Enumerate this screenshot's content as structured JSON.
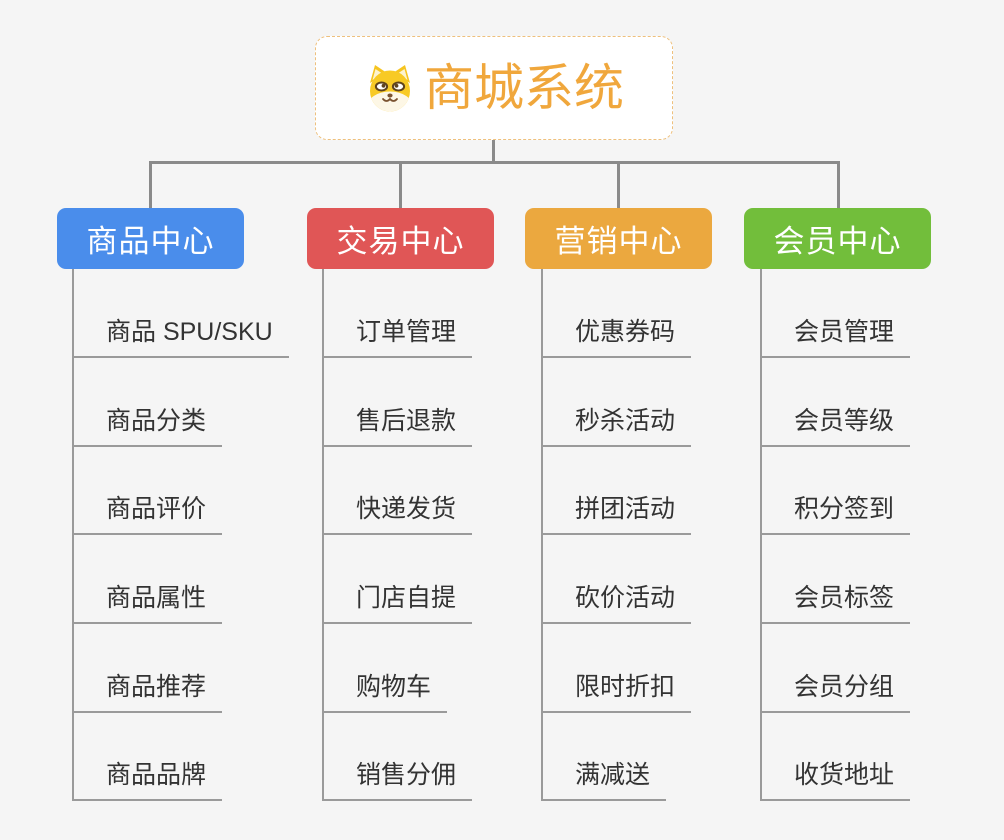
{
  "theme": {
    "background": "#f5f5f5",
    "connector_color": "#8a8a8a",
    "child_line_color": "#9a9a9a",
    "root_accent": "#f0a73c",
    "root_border": "#eec07d",
    "root_background": "#ffffff",
    "subtopic_text_color": "#333333"
  },
  "root": {
    "title": "商城系统",
    "icon": "shiba-dog-icon"
  },
  "branches": [
    {
      "id": "product-center",
      "label": "商品中心",
      "color": "#4a8deb",
      "items": [
        "商品 SPU/SKU",
        "商品分类",
        "商品评价",
        "商品属性",
        "商品推荐",
        "商品品牌"
      ]
    },
    {
      "id": "trade-center",
      "label": "交易中心",
      "color": "#e05656",
      "items": [
        "订单管理",
        "售后退款",
        "快递发货",
        "门店自提",
        "购物车",
        "销售分佣"
      ]
    },
    {
      "id": "marketing-center",
      "label": "营销中心",
      "color": "#eba83f",
      "items": [
        "优惠券码",
        "秒杀活动",
        "拼团活动",
        "砍价活动",
        "限时折扣",
        "满减送"
      ]
    },
    {
      "id": "member-center",
      "label": "会员中心",
      "color": "#72be3b",
      "items": [
        "会员管理",
        "会员等级",
        "积分签到",
        "会员标签",
        "会员分组",
        "收货地址"
      ]
    }
  ]
}
